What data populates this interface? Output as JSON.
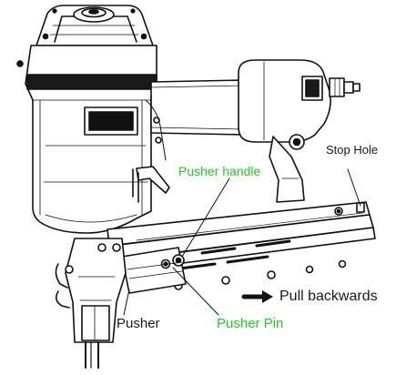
{
  "labels": {
    "stop_hole": "Stop Hole",
    "pusher_handle": "Pusher handle",
    "pull_backwards": "Pull backwards",
    "pusher": "Pusher",
    "pusher_pin": "Pusher Pin"
  },
  "colors": {
    "line_art": "#111111",
    "callout_green": "#22cc22",
    "callout_black": "#1a1a1a",
    "background": "#ffffff"
  },
  "icons": {
    "direction": "arrow-right-icon"
  }
}
